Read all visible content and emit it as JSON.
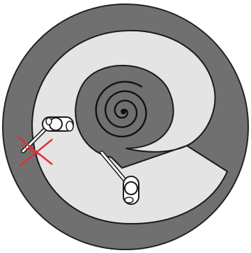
{
  "diagram": {
    "colors": {
      "background": "#ffffff",
      "outer_ring": "#707070",
      "arena": "#e4e4e4",
      "spiral_line": "#111111",
      "stroke": "#1a1a1a",
      "player_body": "#ffffff",
      "cross_mark": "#e0303a"
    },
    "elements": [
      "outer-ring",
      "snail-shell-arena",
      "spiral-center",
      "player-top-left",
      "player-bottom",
      "blocked-cross-icon"
    ]
  }
}
